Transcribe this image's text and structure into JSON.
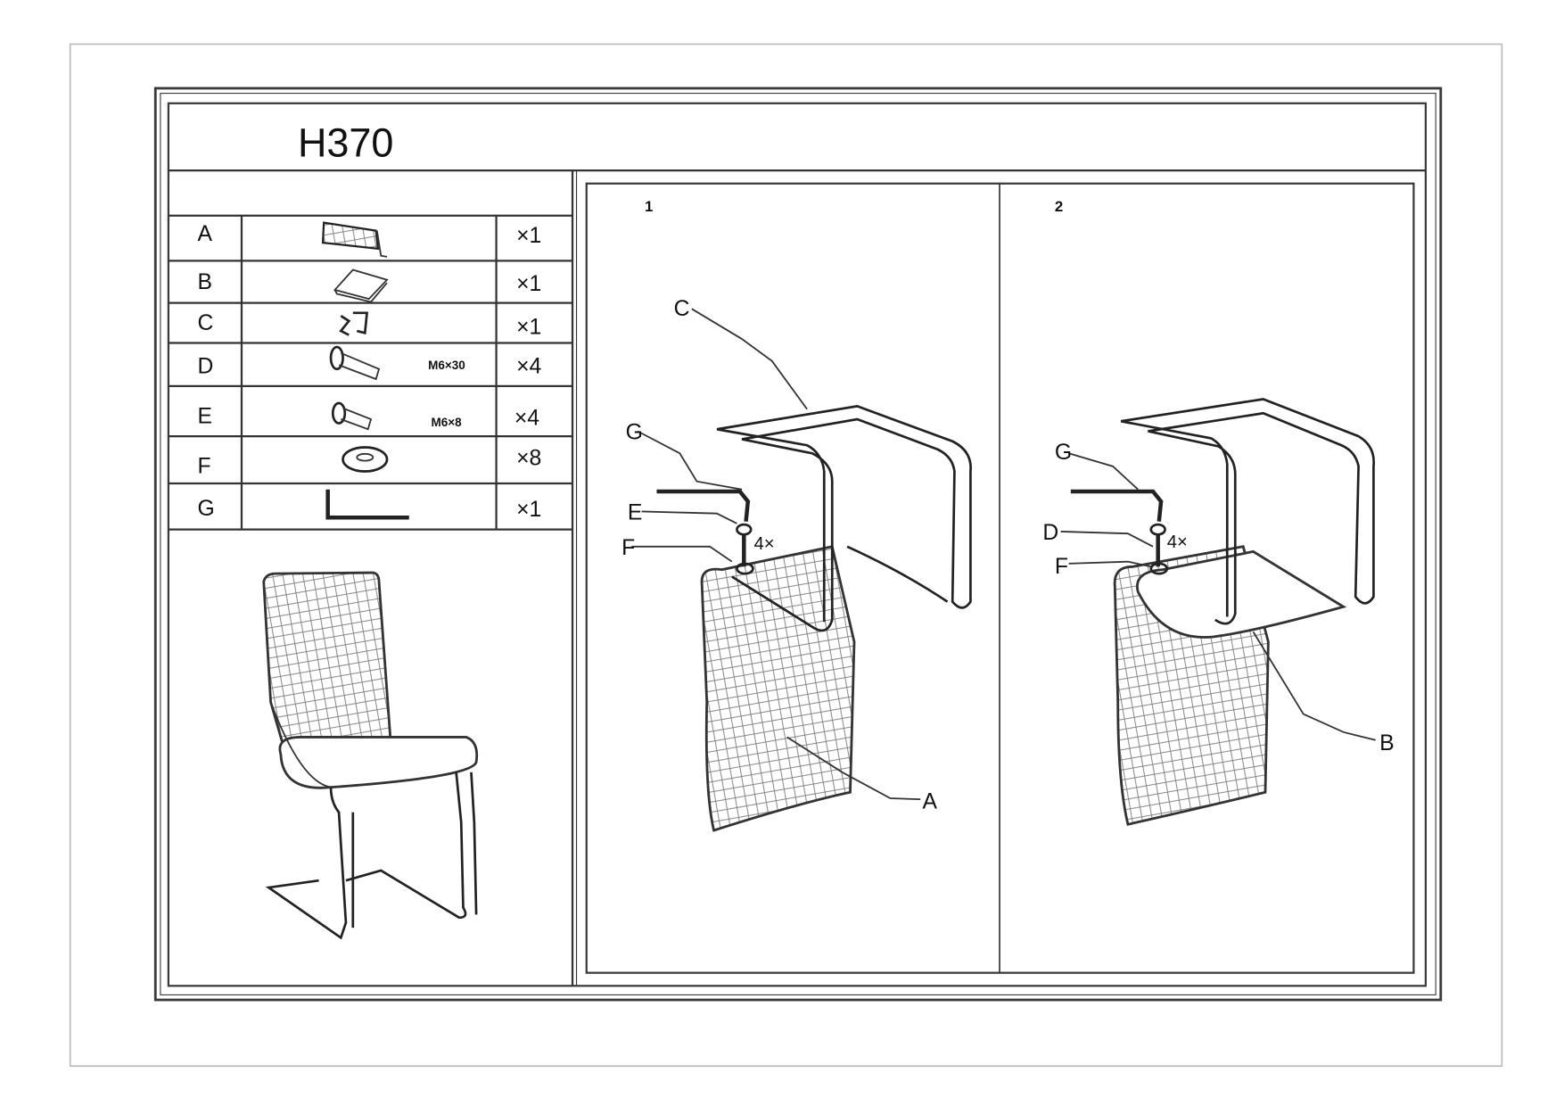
{
  "document": {
    "title": "H370",
    "parts": [
      {
        "letter": "A",
        "icon": "backrest-icon",
        "spec": "",
        "qty": "×1"
      },
      {
        "letter": "B",
        "icon": "seat-cushion-icon",
        "spec": "",
        "qty": "×1"
      },
      {
        "letter": "C",
        "icon": "frame-icon",
        "spec": "",
        "qty": "×1"
      },
      {
        "letter": "D",
        "icon": "bolt-long-icon",
        "spec": "M6×30",
        "qty": "×4"
      },
      {
        "letter": "E",
        "icon": "bolt-short-icon",
        "spec": "M6×8",
        "qty": "×4"
      },
      {
        "letter": "F",
        "icon": "washer-icon",
        "spec": "",
        "qty": "×8"
      },
      {
        "letter": "G",
        "icon": "allen-key-icon",
        "spec": "",
        "qty": "×1"
      }
    ],
    "steps": [
      {
        "number": "1",
        "callouts": {
          "c": "C",
          "g": "G",
          "e": "E",
          "f": "F",
          "a": "A",
          "count": "4×"
        }
      },
      {
        "number": "2",
        "callouts": {
          "g": "G",
          "d": "D",
          "f": "F",
          "b": "B",
          "count": "4×"
        }
      }
    ]
  }
}
